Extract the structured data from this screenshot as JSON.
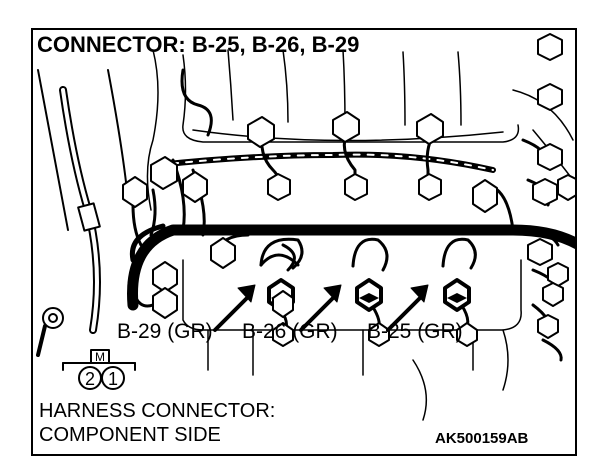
{
  "title": "CONNECTOR: B-25, B-26, B-29",
  "connector_labels": {
    "b29": "B-29 (GR)",
    "b26": "B-26 (GR)",
    "b25": "B-25 (GR)"
  },
  "symbol": {
    "letter": "M",
    "pins": [
      "2",
      "1"
    ]
  },
  "footer": {
    "line1": "HARNESS CONNECTOR:",
    "line2": "COMPONENT SIDE"
  },
  "figure_code": "AK500159AB",
  "colors": {
    "ink": "#000000",
    "background": "#ffffff"
  }
}
